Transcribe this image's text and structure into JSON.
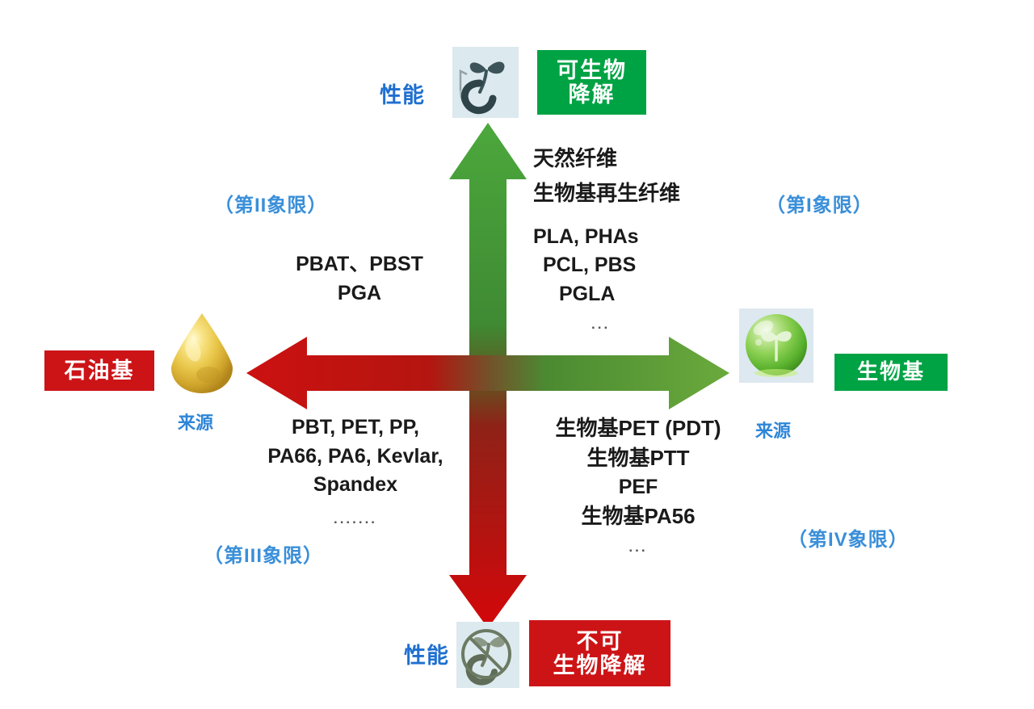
{
  "diagram": {
    "title_axes": {
      "vertical_axis_label": "性能",
      "horizontal_axis_label": "来源"
    },
    "top": {
      "axis_label": "性能",
      "pictogram_icon": "biodegradable-sprout-icon",
      "tag_line1": "可生物",
      "tag_line2": "降解",
      "tag_color": "#00A344"
    },
    "bottom": {
      "axis_label": "性能",
      "pictogram_icon": "non-biodegradable-crossed-sprout-icon",
      "tag_line1": "不可",
      "tag_line2": "生物降解",
      "tag_color": "#CC1417"
    },
    "left": {
      "tag_label": "石油基",
      "tag_color": "#CC1417",
      "pictogram_icon": "oil-droplet-icon",
      "axis_label": "来源"
    },
    "right": {
      "tag_label": "生物基",
      "tag_color": "#00A344",
      "pictogram_icon": "green-bio-globe-icon",
      "axis_label": "来源"
    },
    "quadrants": {
      "q1": {
        "label": "（第I象限）",
        "items": [
          "天然纤维",
          "生物基再生纤维",
          "PLA, PHAs",
          "PCL, PBS",
          "PGLA",
          "..."
        ]
      },
      "q2": {
        "label": "（第II象限）",
        "items": [
          "PBAT、PBST",
          "PGA"
        ]
      },
      "q3": {
        "label": "（第III象限）",
        "items": [
          "PBT, PET, PP,",
          "PA66, PA6, Kevlar,",
          "Spandex",
          "......."
        ]
      },
      "q4": {
        "label": "（第IV象限）",
        "items": [
          "生物基PET (PDT)",
          "生物基PTT",
          "PEF",
          "生物基PA56",
          "..."
        ]
      }
    },
    "arrows": {
      "up_color": "#4CA83C",
      "down_color": "#D4070A",
      "left_color": "#CC1111",
      "right_color": "#6AAA3C"
    }
  }
}
